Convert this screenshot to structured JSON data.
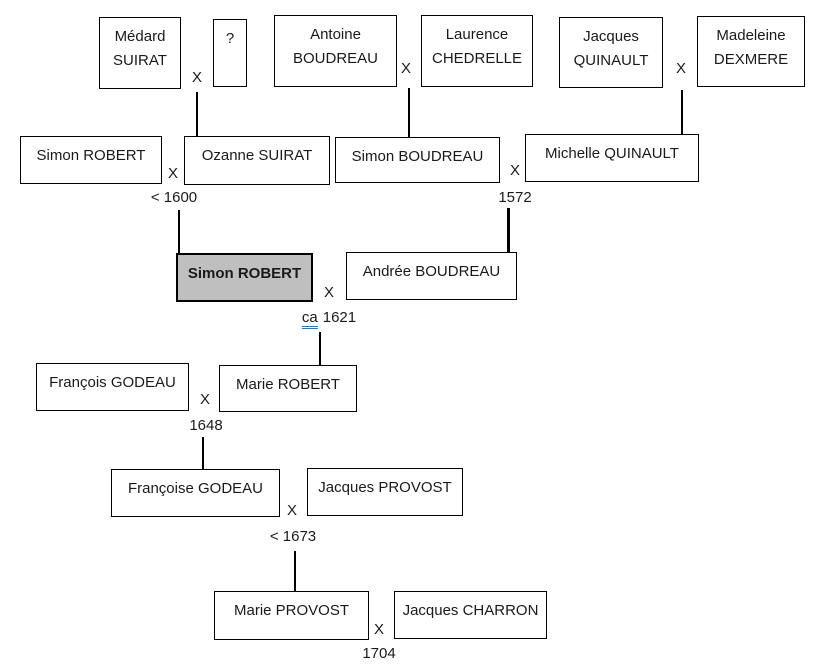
{
  "colors": {
    "highlight_fill": "#bfbfbf",
    "box_border": "#000000",
    "line_color": "#000000",
    "underline_blue": "#2e75b6",
    "text": "#1a1a1a"
  },
  "tree": {
    "boxes": [
      {
        "person": "medard-suirat",
        "lines": [
          "Médard",
          "SUIRAT"
        ]
      },
      {
        "person": "unknown-spouse",
        "lines": [
          "?"
        ]
      },
      {
        "person": "antoine-boudreau",
        "lines": [
          "Antoine",
          "BOUDREAU"
        ]
      },
      {
        "person": "laurence-chedrelle",
        "lines": [
          "Laurence",
          "CHEDRELLE"
        ]
      },
      {
        "person": "jacques-quinault",
        "lines": [
          "Jacques",
          "QUINAULT"
        ]
      },
      {
        "person": "madeleine-dexmere",
        "lines": [
          "Madeleine",
          "DEXMERE"
        ]
      },
      {
        "person": "simon-robert-sr",
        "lines": [
          "Simon ROBERT"
        ]
      },
      {
        "person": "ozanne-suirat",
        "lines": [
          "Ozanne SUIRAT"
        ]
      },
      {
        "person": "simon-boudreau",
        "lines": [
          "Simon BOUDREAU"
        ]
      },
      {
        "person": "michelle-quinault",
        "lines": [
          "Michelle QUINAULT"
        ]
      },
      {
        "person": "simon-robert",
        "lines": [
          "Simon ROBERT"
        ],
        "highlighted": true
      },
      {
        "person": "andree-boudreau",
        "lines": [
          "Andrée BOUDREAU"
        ]
      },
      {
        "person": "francois-godeau",
        "lines": [
          "François GODEAU"
        ]
      },
      {
        "person": "marie-robert",
        "lines": [
          "Marie ROBERT"
        ]
      },
      {
        "person": "francoise-godeau",
        "lines": [
          "Françoise GODEAU"
        ]
      },
      {
        "person": "jacques-provost",
        "lines": [
          "Jacques PROVOST"
        ]
      },
      {
        "person": "marie-provost",
        "lines": [
          "Marie PROVOST"
        ]
      },
      {
        "person": "jacques-charron",
        "lines": [
          "Jacques CHARRON"
        ]
      }
    ],
    "marriages": [
      {
        "symbol": "X"
      },
      {
        "symbol": "X"
      },
      {
        "symbol": "X"
      },
      {
        "symbol": "X",
        "date": "< 1600"
      },
      {
        "symbol": "X",
        "date": "1572"
      },
      {
        "symbol": "X",
        "date_abbr": "ca",
        "date_year": "1621"
      },
      {
        "symbol": "X",
        "date": "1648"
      },
      {
        "symbol": "X",
        "date": "< 1673"
      },
      {
        "symbol": "X",
        "date": "1704"
      }
    ]
  }
}
